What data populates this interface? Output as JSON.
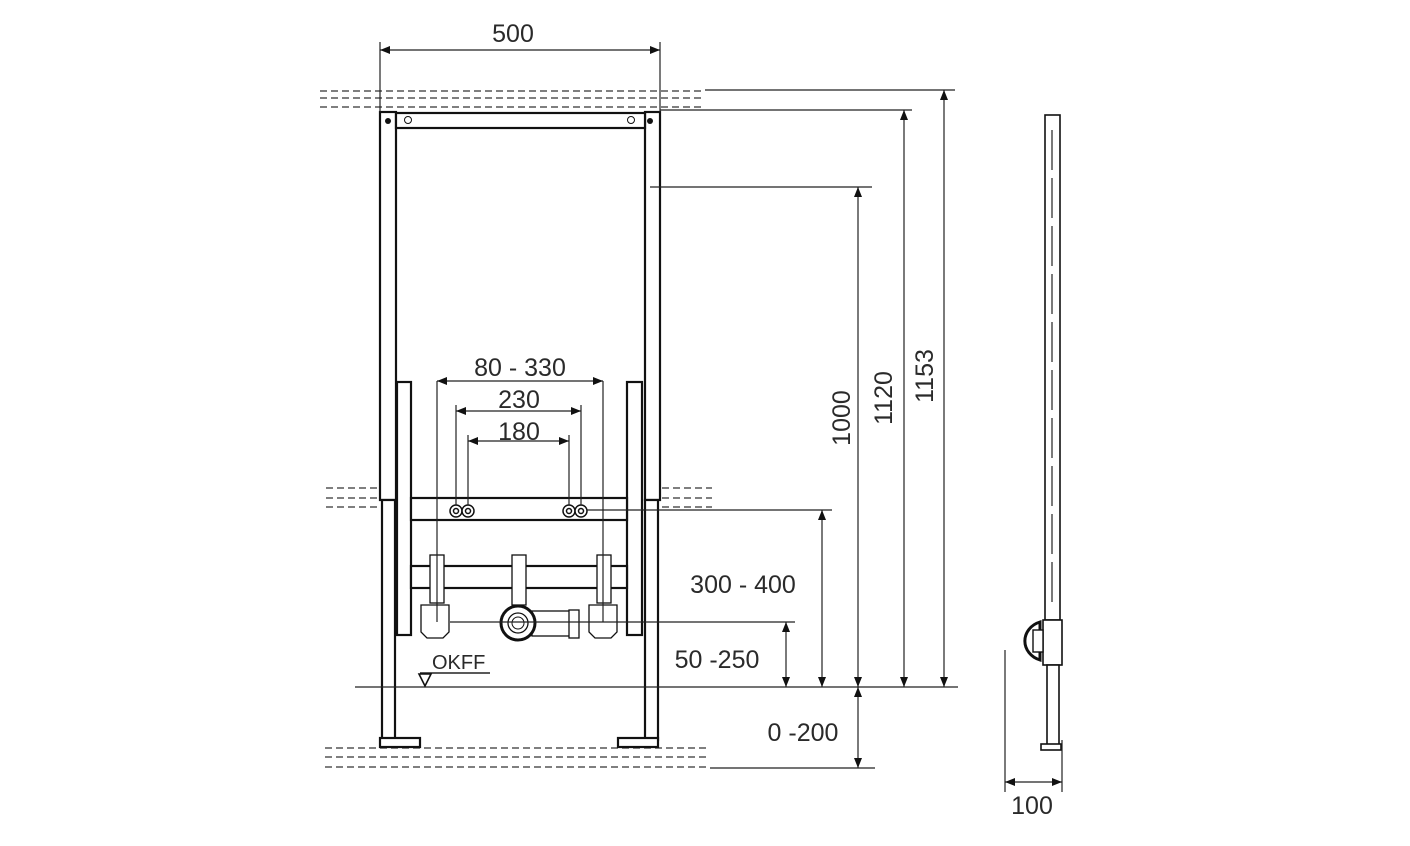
{
  "drawing": {
    "ground_level_label": "OKFF",
    "dimensions": {
      "frame_width": "500",
      "connection_range": "80 - 330",
      "spacing_outer": "230",
      "spacing_inner": "180",
      "height_1000": "1000",
      "height_1120": "1120",
      "height_1153": "1153",
      "connection_height": "300 - 400",
      "drain_height": "50 -250",
      "foot_adjustment": "0 -200",
      "depth": "100"
    }
  }
}
